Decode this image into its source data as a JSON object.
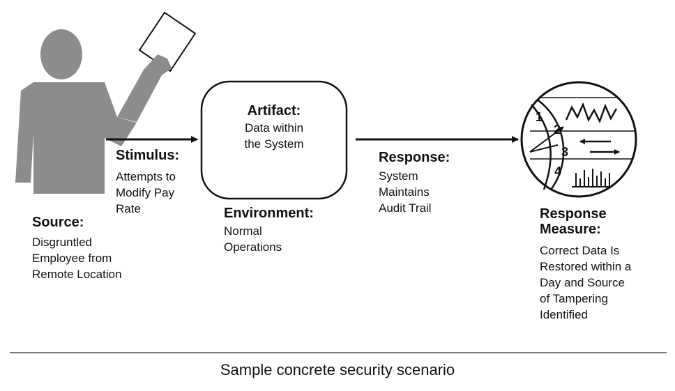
{
  "source": {
    "heading": "Source:",
    "lines": [
      "Disgruntled",
      "Employee from",
      "Remote Location"
    ]
  },
  "stimulus": {
    "heading": "Stimulus:",
    "lines": [
      "Attempts to",
      "Modify Pay",
      "Rate"
    ]
  },
  "artifact": {
    "heading": "Artifact:",
    "lines": [
      "Data within",
      "the System"
    ]
  },
  "environment": {
    "heading": "Environment:",
    "lines": [
      "Normal",
      "Operations"
    ]
  },
  "response": {
    "heading": "Response:",
    "lines": [
      "System",
      "Maintains",
      "Audit Trail"
    ]
  },
  "response_measure": {
    "heading_lines": [
      "Response",
      "Measure:"
    ],
    "lines": [
      "Correct Data Is",
      "Restored within a",
      "Day and Source",
      "of Tampering",
      "Identified"
    ]
  },
  "gauge": {
    "numbers": [
      "1",
      "2",
      "3",
      "4"
    ]
  },
  "caption": "Sample concrete security scenario",
  "colors": {
    "figure_gray": "#8c8c8c",
    "stroke": "#111111"
  }
}
